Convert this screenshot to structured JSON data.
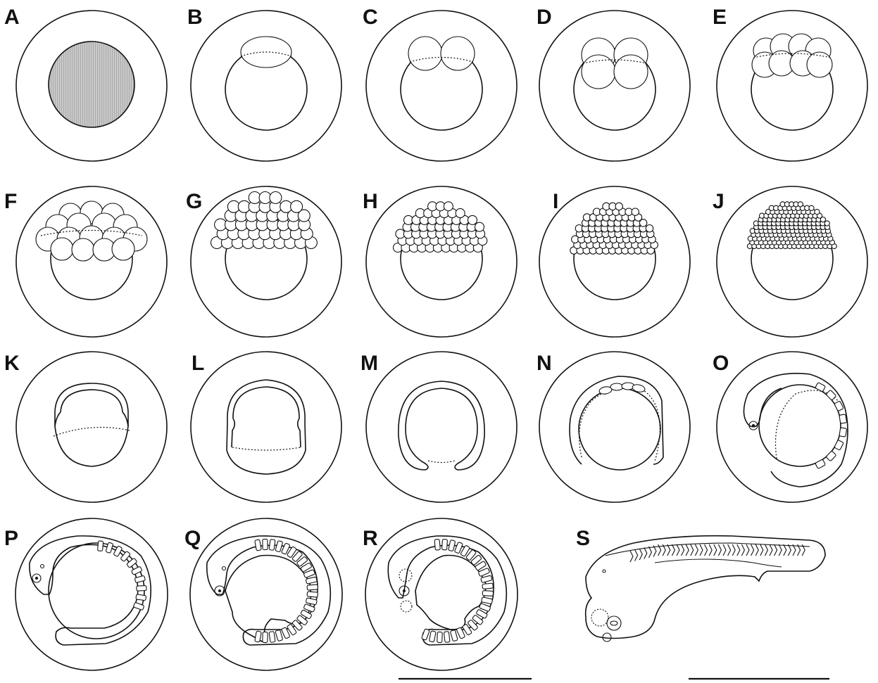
{
  "figure": {
    "panels": [
      {
        "letter": "A"
      },
      {
        "letter": "B"
      },
      {
        "letter": "C"
      },
      {
        "letter": "D"
      },
      {
        "letter": "E"
      },
      {
        "letter": "F"
      },
      {
        "letter": "G"
      },
      {
        "letter": "H"
      },
      {
        "letter": "I"
      },
      {
        "letter": "J"
      },
      {
        "letter": "K"
      },
      {
        "letter": "L"
      },
      {
        "letter": "M"
      },
      {
        "letter": "N"
      },
      {
        "letter": "O"
      },
      {
        "letter": "P"
      },
      {
        "letter": "Q"
      },
      {
        "letter": "R"
      },
      {
        "letter": "S"
      }
    ],
    "colors": {
      "line": "#111111",
      "shading": "#bdbdbd",
      "background": "#ffffff"
    }
  }
}
